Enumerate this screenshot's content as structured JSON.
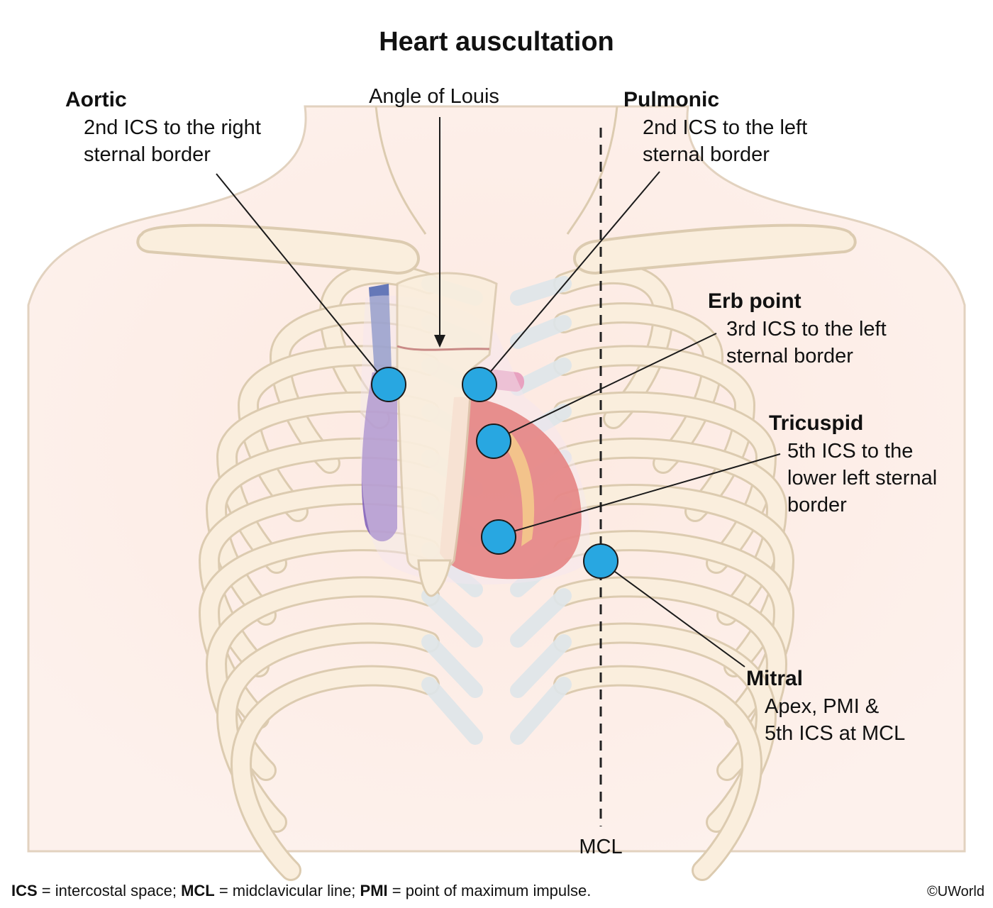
{
  "title": "Heart auscultation",
  "colors": {
    "skin": "#fde9e1",
    "bone_fill": "#faeedd",
    "bone_stroke": "#dccbb0",
    "cartilage": "#dfe6ea",
    "heart_red": "#d9342b",
    "vein_purple": "#7b5ab8",
    "vein_blue": "#4a64b0",
    "point_fill": "#28a7e1",
    "point_stroke": "#1b1b1b"
  },
  "labels": {
    "aortic": {
      "name": "Aortic",
      "desc": [
        "2nd ICS to the right",
        "sternal border"
      ]
    },
    "angle": {
      "name": "Angle of Louis"
    },
    "pulmonic": {
      "name": "Pulmonic",
      "desc": [
        "2nd ICS to the left",
        "sternal border"
      ]
    },
    "erb": {
      "name": "Erb point",
      "desc": [
        "3rd ICS to the left",
        "sternal border"
      ]
    },
    "tricuspid": {
      "name": "Tricuspid",
      "desc": [
        "5th ICS to the",
        "lower left sternal",
        "border"
      ]
    },
    "mitral": {
      "name": "Mitral",
      "desc": [
        "Apex, PMI &",
        "5th ICS at MCL"
      ]
    },
    "mcl": "MCL"
  },
  "footer": {
    "items": [
      {
        "abbr": "ICS",
        "text": " = intercostal space; "
      },
      {
        "abbr": "MCL",
        "text": " = midclavicular line; "
      },
      {
        "abbr": "PMI",
        "text": " = point of maximum impulse."
      }
    ],
    "copyright": "©UWorld"
  }
}
